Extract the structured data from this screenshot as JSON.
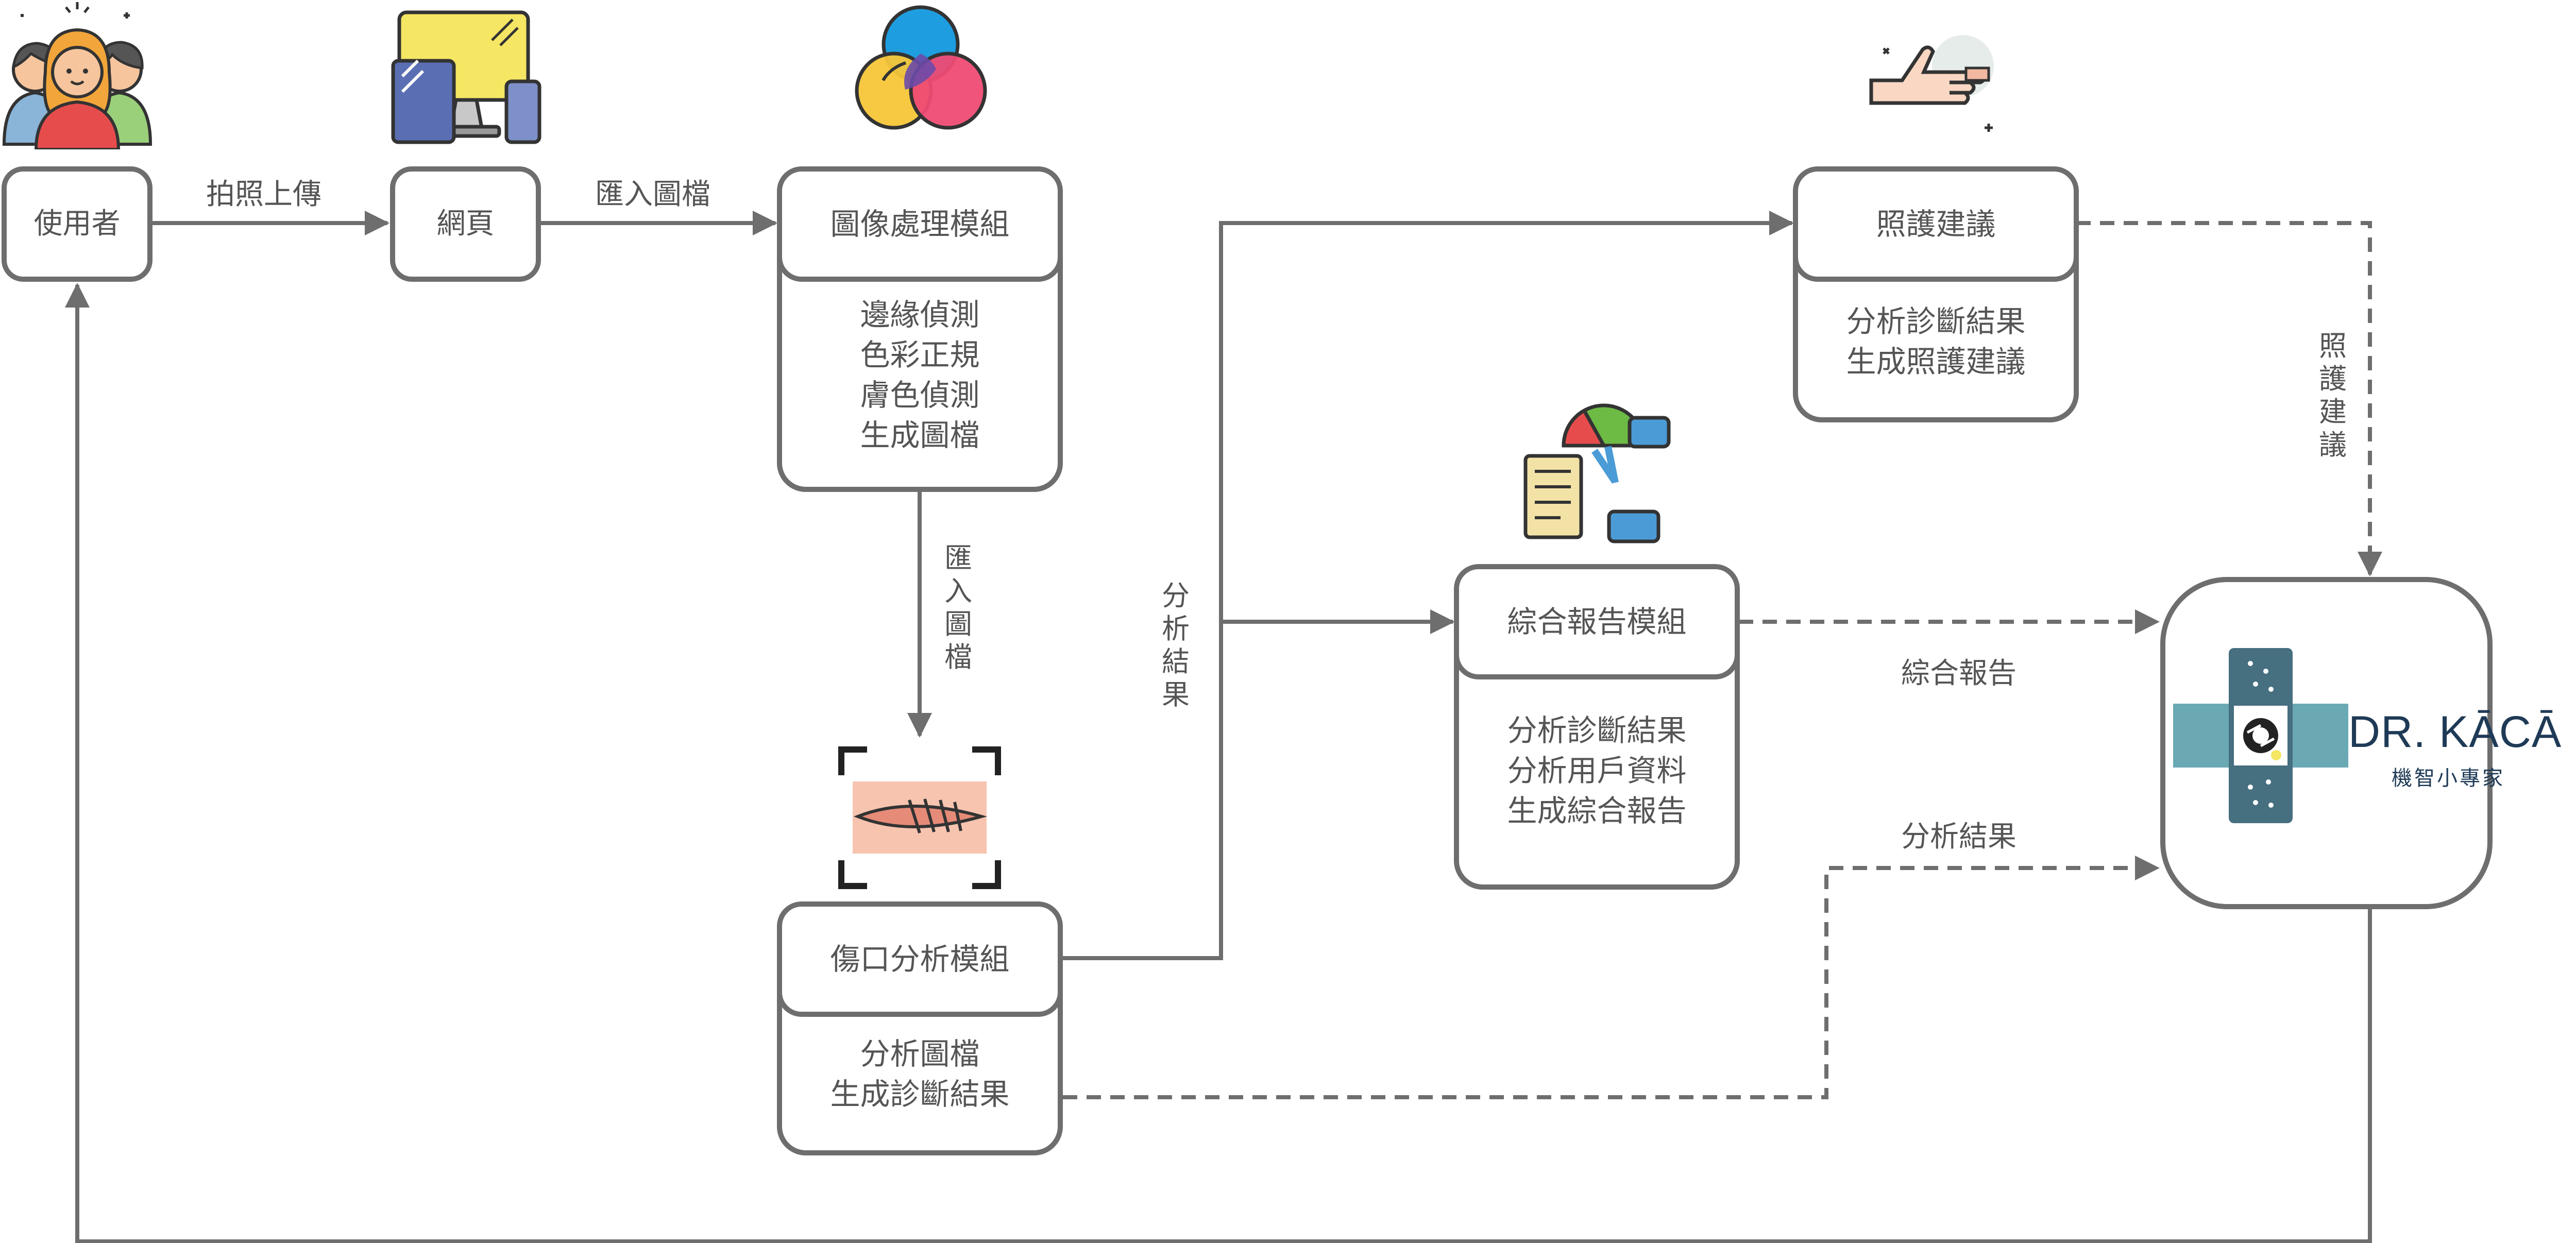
{
  "nodes": {
    "user": "使用者",
    "webpage": "網頁"
  },
  "modules": {
    "image_processing": {
      "title": "圖像處理模組",
      "lines": [
        "邊緣偵測",
        "色彩正規",
        "膚色偵測",
        "生成圖檔"
      ]
    },
    "wound_analysis": {
      "title": "傷口分析模組",
      "lines": [
        "分析圖檔",
        "生成診斷結果"
      ]
    },
    "care_advice": {
      "title": "照護建議",
      "lines": [
        "分析診斷結果",
        "生成照護建議"
      ]
    },
    "report": {
      "title": "綜合報告模組",
      "lines": [
        "分析診斷結果",
        "分析用戶資料",
        "生成綜合報告"
      ]
    }
  },
  "edge_labels": {
    "photo_upload": "拍照上傳",
    "import_image_1": "匯入圖檔",
    "import_image_2": "匯入圖檔",
    "analysis_result_v": "分析結果",
    "care_advice_v": "照護建議",
    "report_label": "綜合報告",
    "analysis_result_h": "分析結果"
  },
  "brand": {
    "name": "DR. KĀCĀ",
    "subtitle": "機智小專家"
  },
  "icons": {
    "users": "users-group-icon",
    "devices": "devices-icon",
    "color_wheel": "color-venn-icon",
    "wound": "wound-scan-icon",
    "report": "report-chart-icon",
    "advice": "finger-bandage-icon",
    "logo": "bandage-logo-icon"
  },
  "colors": {
    "line": "#6e6e6e",
    "text": "#555555",
    "brand_text": "#1e3a56",
    "brand_teal": "#6aa9b4"
  }
}
